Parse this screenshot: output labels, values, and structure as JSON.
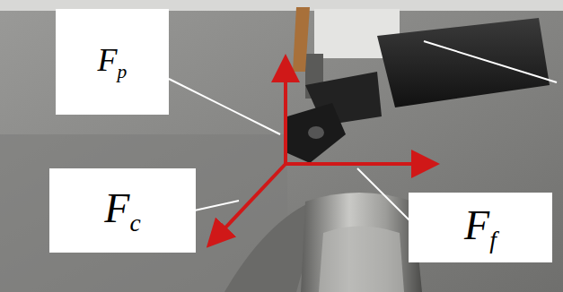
{
  "diagram": {
    "nodes": [
      {
        "text": [
          "Fp"
        ]
      },
      {
        "text": [
          "Fc"
        ]
      },
      {
        "text": [
          "Ff"
        ]
      }
    ]
  }
}
